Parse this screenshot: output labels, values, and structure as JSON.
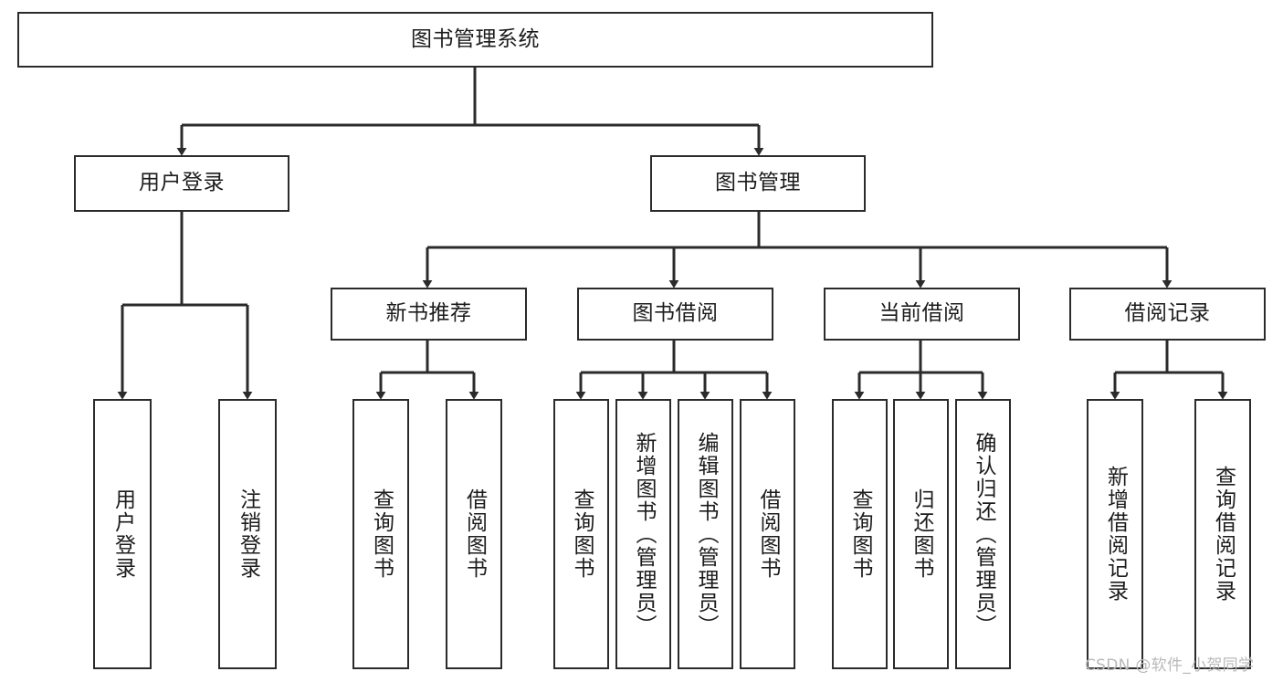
{
  "diagram": {
    "title_node": {
      "label": "图书管理系统"
    },
    "level2": [
      {
        "label": "用户登录"
      },
      {
        "label": "图书管理"
      }
    ],
    "level3": [
      {
        "label": "新书推荐"
      },
      {
        "label": "图书借阅"
      },
      {
        "label": "当前借阅"
      },
      {
        "label": "借阅记录"
      }
    ],
    "leaves": [
      {
        "label": "用户登录"
      },
      {
        "label": "注销登录"
      },
      {
        "label": "查询图书"
      },
      {
        "label": "借阅图书"
      },
      {
        "label": "查询图书"
      },
      {
        "label": "新增图书（管理员）"
      },
      {
        "label": "编辑图书（管理员）"
      },
      {
        "label": "借阅图书"
      },
      {
        "label": "查询图书"
      },
      {
        "label": "归还图书"
      },
      {
        "label": "确认归还（管理员）"
      },
      {
        "label": "新增借阅记录"
      },
      {
        "label": "查询借阅记录"
      }
    ],
    "colors": {
      "stroke": "#2b2b2b",
      "fill": "#ffffff",
      "text": "#1c1c1c",
      "watermark": "#b9b9b9"
    }
  },
  "watermark": {
    "text": "CSDN @软件_小贺同学"
  }
}
